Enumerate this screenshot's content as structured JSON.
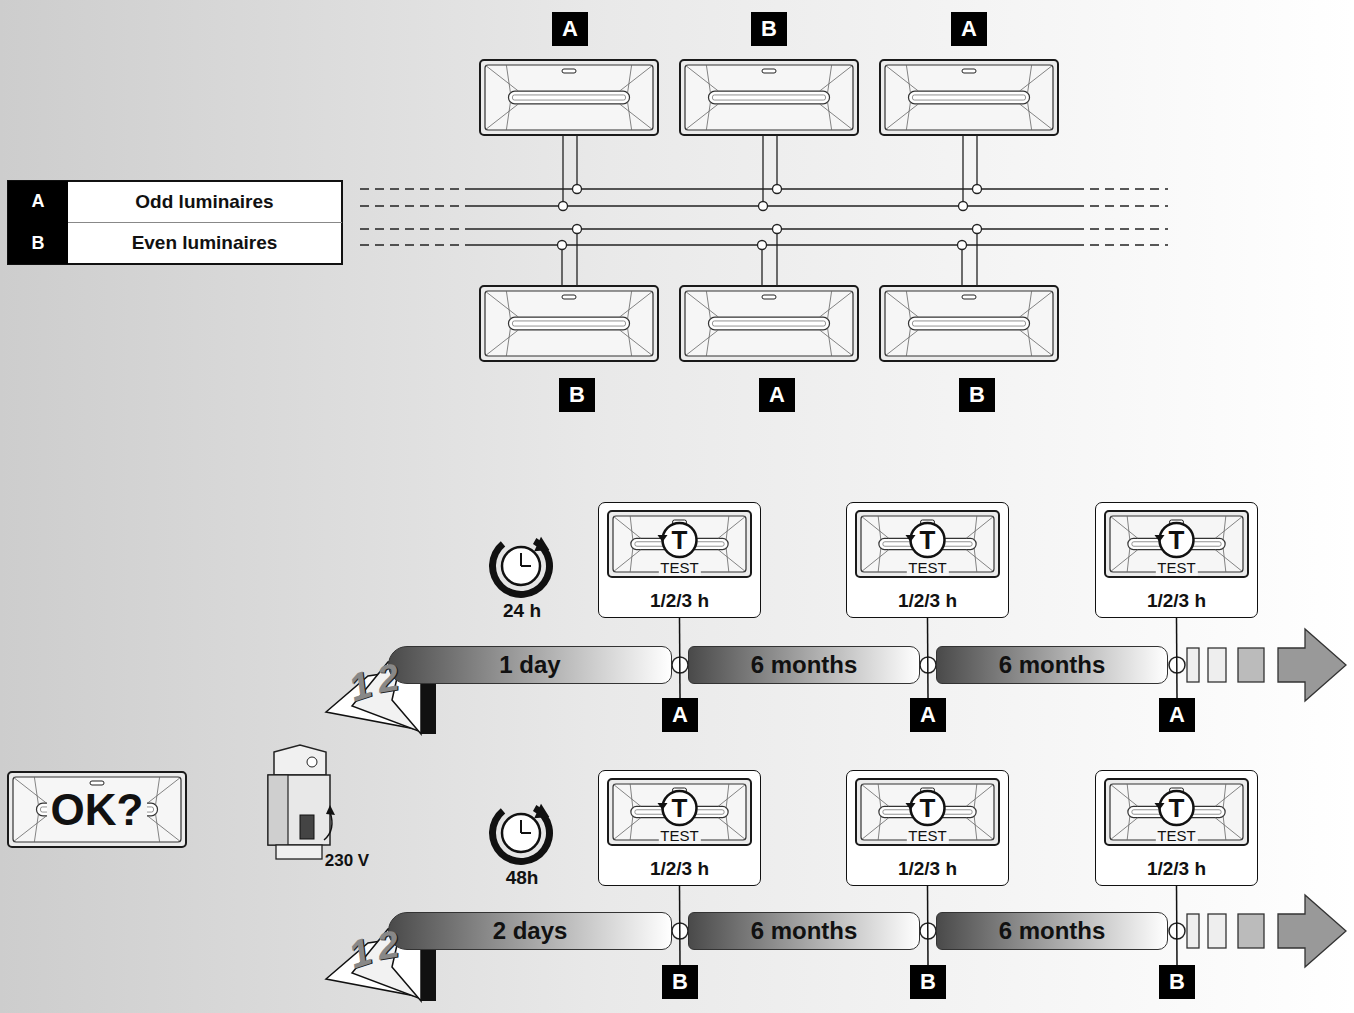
{
  "diagram": {
    "nodes": [
      {
        "text": [
          "A"
        ]
      },
      {
        "text": [
          "B"
        ]
      },
      {
        "text": [
          "A"
        ]
      },
      {
        "text": [
          "B"
        ]
      },
      {
        "text": [
          "A"
        ]
      },
      {
        "text": [
          "B"
        ]
      },
      {
        "text": [
          "T",
          "TEST",
          "1/2/3 h"
        ]
      },
      {
        "text": [
          "T",
          "TEST",
          "1/2/3 h"
        ]
      },
      {
        "text": [
          "T",
          "TEST",
          "1/2/3 h"
        ]
      },
      {
        "text": [
          "1 day"
        ]
      },
      {
        "text": [
          "6 months"
        ]
      },
      {
        "text": [
          "6 months"
        ]
      },
      {
        "text": [
          "A"
        ]
      },
      {
        "text": [
          "A"
        ]
      },
      {
        "text": [
          "A"
        ]
      },
      {
        "text": [
          "OK?"
        ]
      },
      {
        "text": [
          "T",
          "TEST",
          "1/2/3 h"
        ]
      },
      {
        "text": [
          "T",
          "TEST",
          "1/2/3 h"
        ]
      },
      {
        "text": [
          "T",
          "TEST",
          "1/2/3 h"
        ]
      },
      {
        "text": [
          "2 days"
        ]
      },
      {
        "text": [
          "6 months"
        ]
      },
      {
        "text": [
          "6 months"
        ]
      },
      {
        "text": [
          "B"
        ]
      },
      {
        "text": [
          "B"
        ]
      },
      {
        "text": [
          "B"
        ]
      }
    ],
    "edges": [
      {
        "from": 6,
        "to": 12,
        "arrow": "none"
      },
      {
        "from": 7,
        "to": 13,
        "arrow": "none"
      },
      {
        "from": 8,
        "to": 14,
        "arrow": "none"
      },
      {
        "from": 16,
        "to": 22,
        "arrow": "none"
      },
      {
        "from": 17,
        "to": 23,
        "arrow": "none"
      },
      {
        "from": 18,
        "to": 24,
        "arrow": "none"
      }
    ],
    "labels": [
      "A",
      "Odd luminaires",
      "B",
      "Even luminaires",
      "24 h",
      "1",
      "2",
      "230 V",
      "48h",
      "1",
      "2"
    ]
  }
}
